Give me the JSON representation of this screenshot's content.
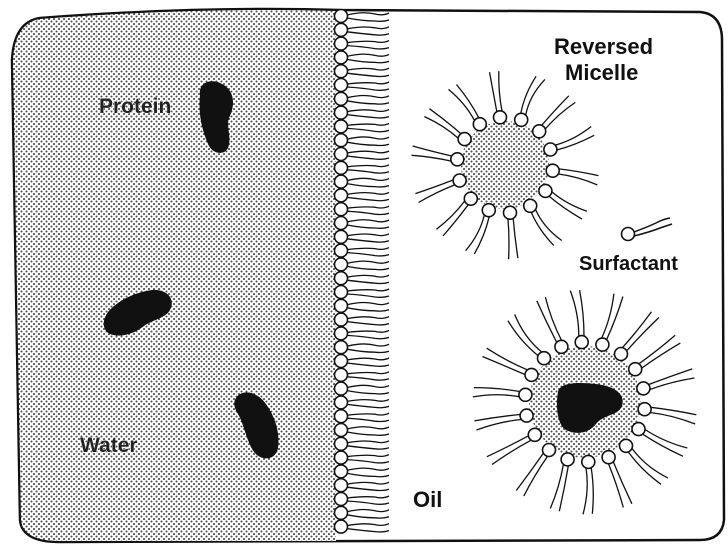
{
  "labels": {
    "protein": "Protein",
    "water": "Water",
    "oil": "Oil",
    "reversed_micelle_line1": "Reversed",
    "reversed_micelle_line2": "Micelle",
    "surfactant": "Surfactant"
  },
  "colors": {
    "ink": "#111111",
    "dot": "#555555",
    "background": "#ffffff"
  }
}
